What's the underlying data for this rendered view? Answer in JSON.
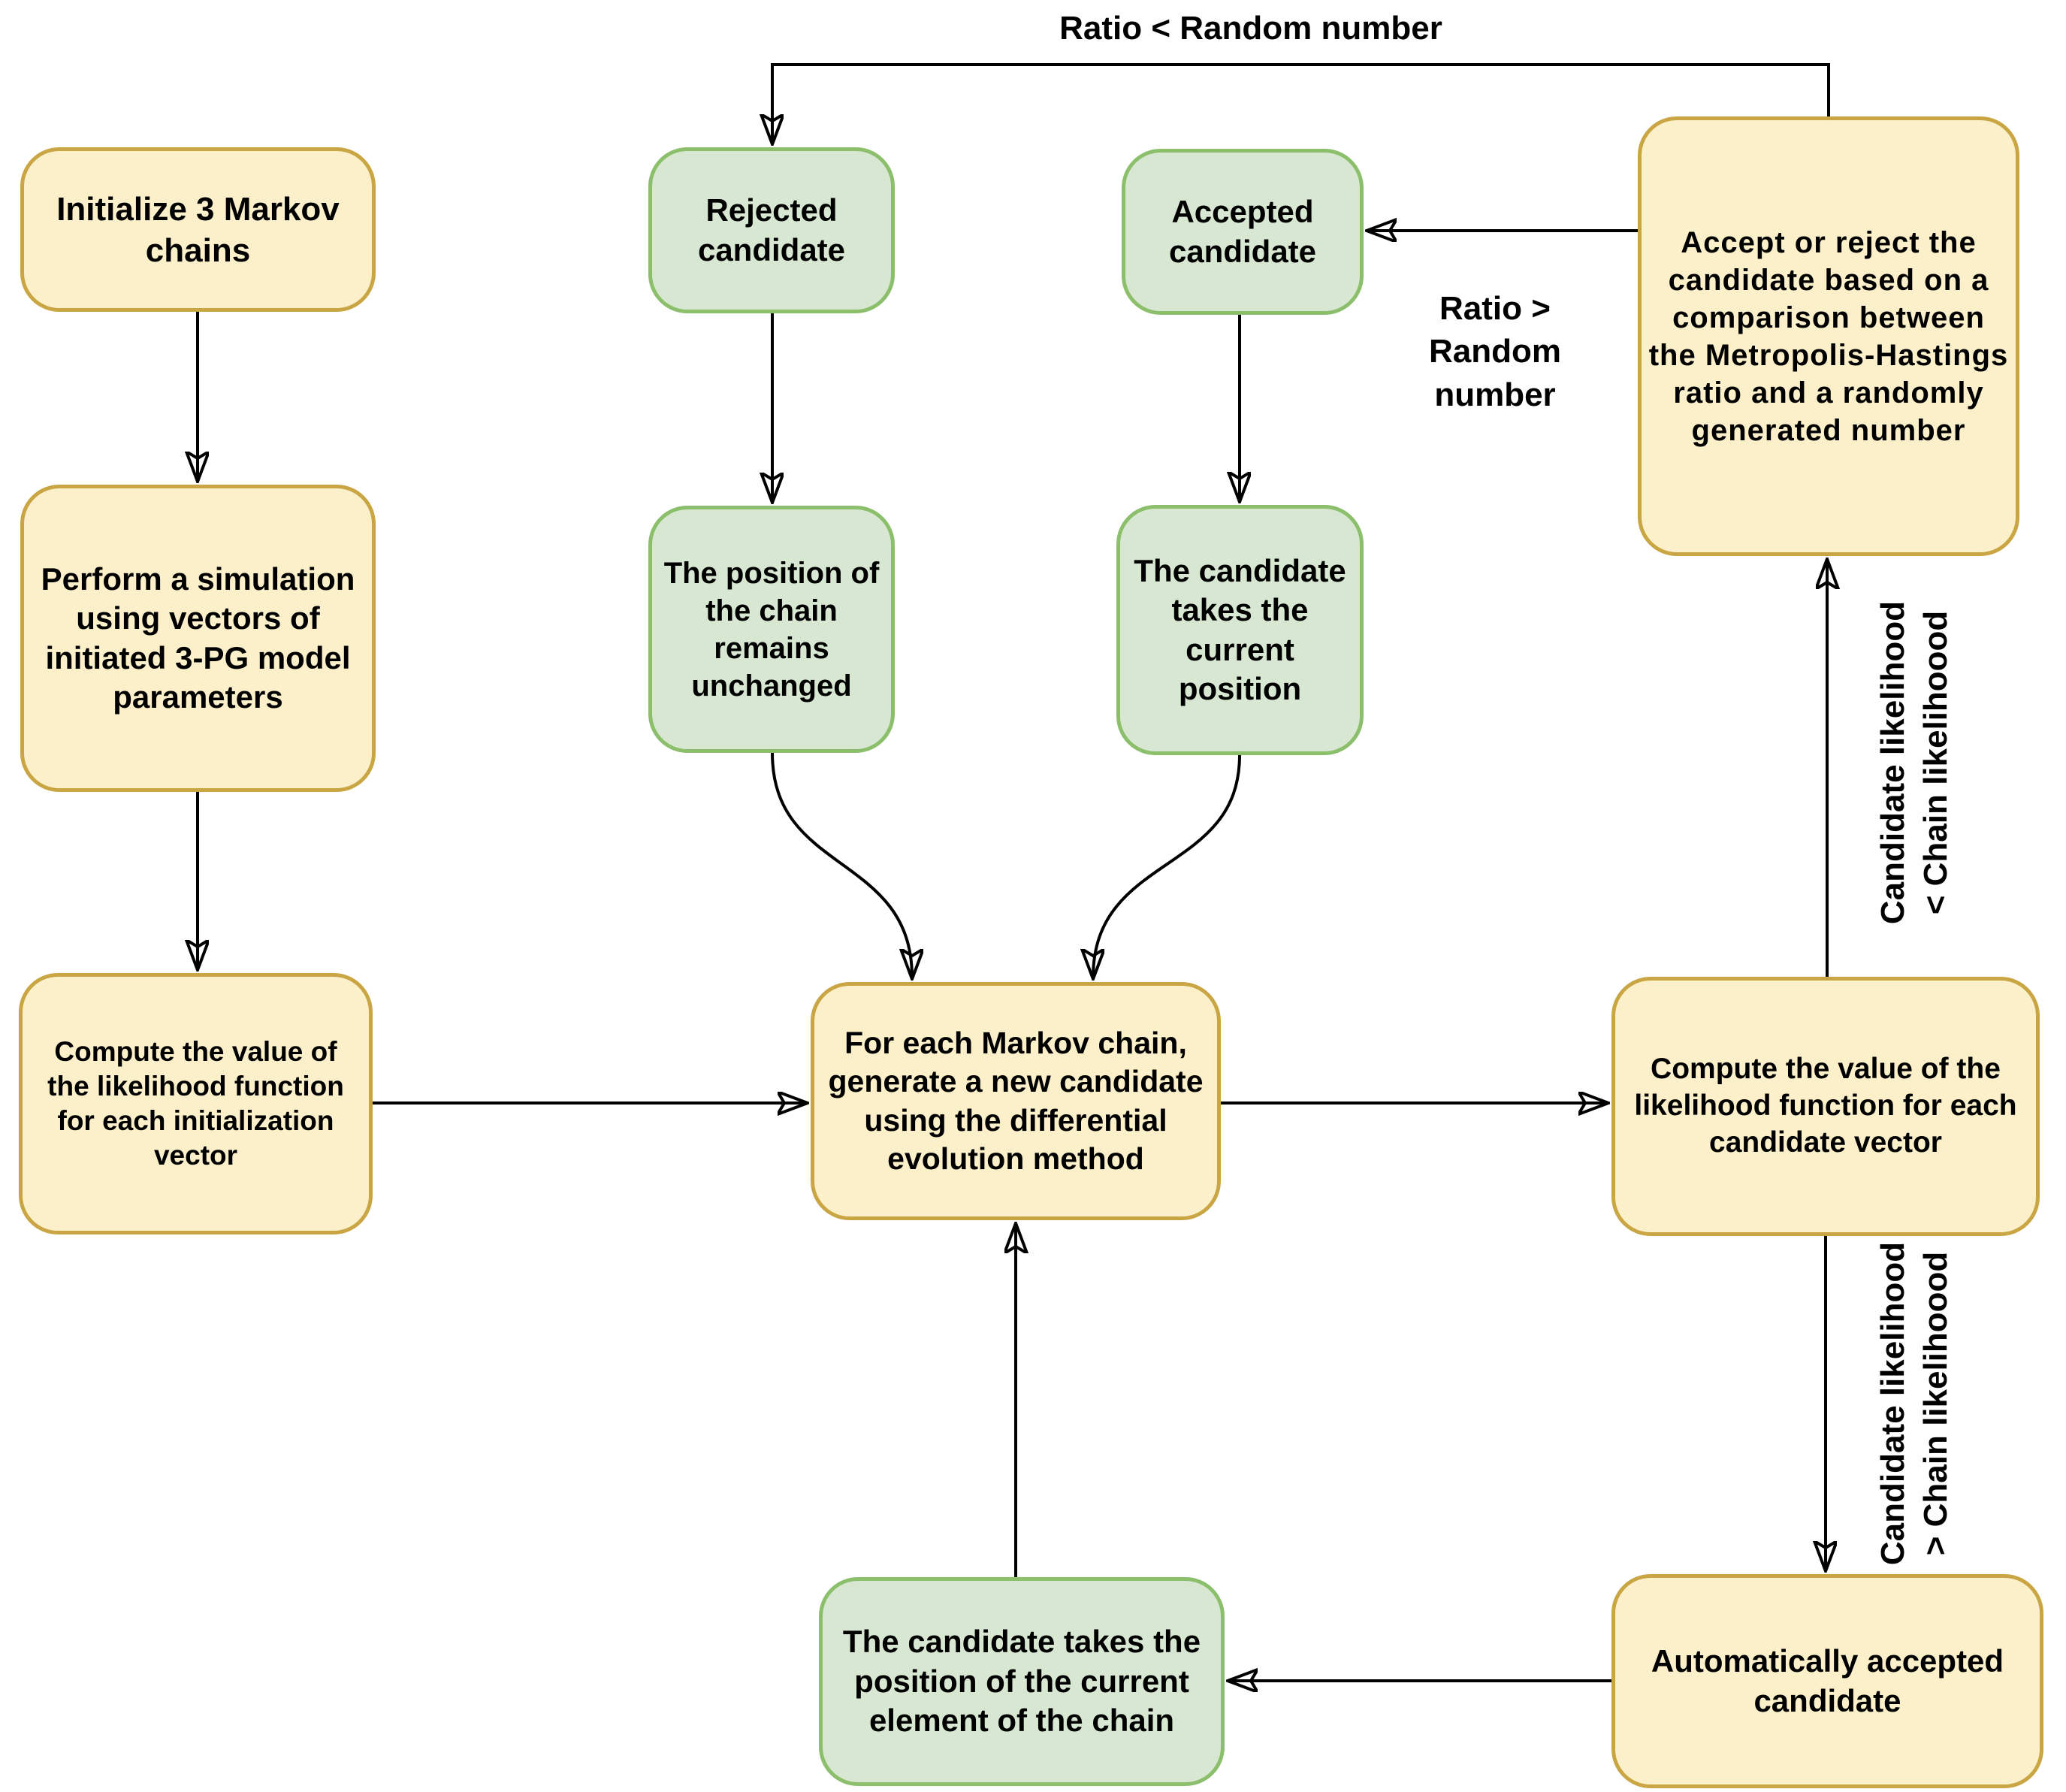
{
  "diagram": {
    "kind": "flowchart",
    "colors": {
      "background": "#FFFFFF",
      "yellow_fill": "#FCF0CB",
      "yellow_border": "#C9A543",
      "green_fill": "#D7E7D1",
      "green_border": "#8CBF6B",
      "arrow": "#000000",
      "text": "#000000"
    }
  },
  "nodes": {
    "init": {
      "label": "Initialize 3 Markov\nchains",
      "color": "yellow"
    },
    "simulation": {
      "label": "Perform a simulation\nusing vectors of\ninitiated 3-PG model\nparameters",
      "color": "yellow"
    },
    "likelihood_init": {
      "label": "Compute the value of\nthe likelihood function\nfor each initialization\nvector",
      "color": "yellow"
    },
    "rejected": {
      "label": "Rejected\ncandidate",
      "color": "green"
    },
    "accepted": {
      "label": "Accepted\ncandidate",
      "color": "green"
    },
    "unchanged": {
      "label": "The position of\nthe chain\nremains\nunchanged",
      "color": "green"
    },
    "takes_current": {
      "label": "The candidate\ntakes the\ncurrent\nposition",
      "color": "green"
    },
    "generate": {
      "label": "For each Markov chain,\ngenerate a new candidate\nusing the differential\nevolution method",
      "color": "yellow"
    },
    "accept_reject": {
      "label": "Accept or reject the\ncandidate based on a\ncomparison between\nthe Metropolis-Hastings\nratio and a randomly\ngenerated number",
      "color": "yellow"
    },
    "likelihood_cand": {
      "label": "Compute the value of the\nlikelihood function for each\ncandidate vector",
      "color": "yellow"
    },
    "auto_accepted": {
      "label": "Automatically accepted\ncandidate",
      "color": "yellow"
    },
    "takes_position": {
      "label": "The candidate takes the\nposition of the current\nelement of the chain",
      "color": "green"
    }
  },
  "edge_labels": {
    "ratio_less": "Ratio < Random number",
    "ratio_greater": "Ratio >\nRandom\nnumber",
    "candidate_less": "Candidate likelihood\n< Chain likelihoood",
    "candidate_greater": "Candidate likelihood\n> Chain likelihoood"
  }
}
